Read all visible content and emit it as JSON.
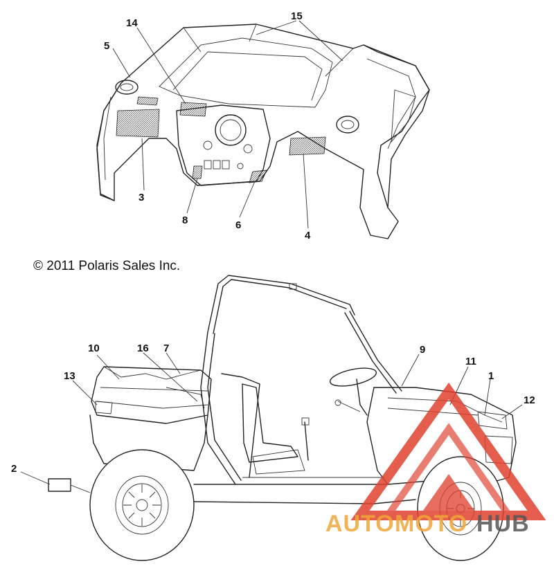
{
  "copyright": "© 2011 Polaris Sales Inc.",
  "callouts": {
    "c1": "1",
    "c2": "2",
    "c3": "3",
    "c4": "4",
    "c5": "5",
    "c6": "6",
    "c7": "7",
    "c8": "8",
    "c9": "9",
    "c10": "10",
    "c11": "11",
    "c12": "12",
    "c13": "13",
    "c14": "14",
    "c15": "15",
    "c16": "16"
  },
  "watermark": {
    "text_auto": "AUTO",
    "text_moto": "MOTO",
    "text_hub": "HUB",
    "color_primary": "#e0412f",
    "color_secondary": "#f0a63a",
    "color_hub": "#555555"
  }
}
